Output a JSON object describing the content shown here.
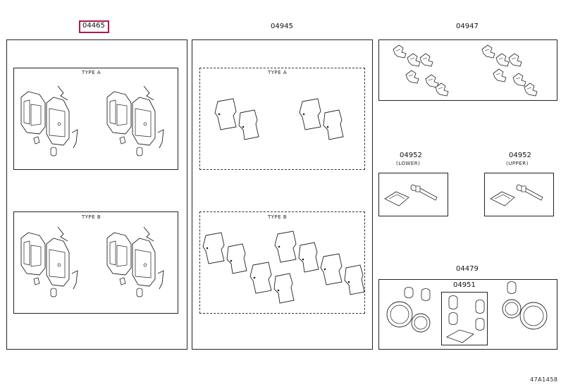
{
  "callouts": {
    "main_kit": "04465",
    "shim_kit": "04945",
    "fitting_kit": "04947",
    "guide_pin_lower": "04952",
    "guide_pin_upper": "04952",
    "cylinder_kit": "04479",
    "boot_kit": "04951"
  },
  "sublabels": {
    "lower": "(LOWER)",
    "upper": "(UPPER)"
  },
  "panels": {
    "pad_type_a": "TYPE A",
    "pad_type_b": "TYPE B",
    "shim_type_a": "TYPE A",
    "shim_type_b": "TYPE B"
  },
  "footer": {
    "drawing_code": "47A1458"
  },
  "colors": {
    "highlight": "#b0194a",
    "line": "#222222"
  }
}
